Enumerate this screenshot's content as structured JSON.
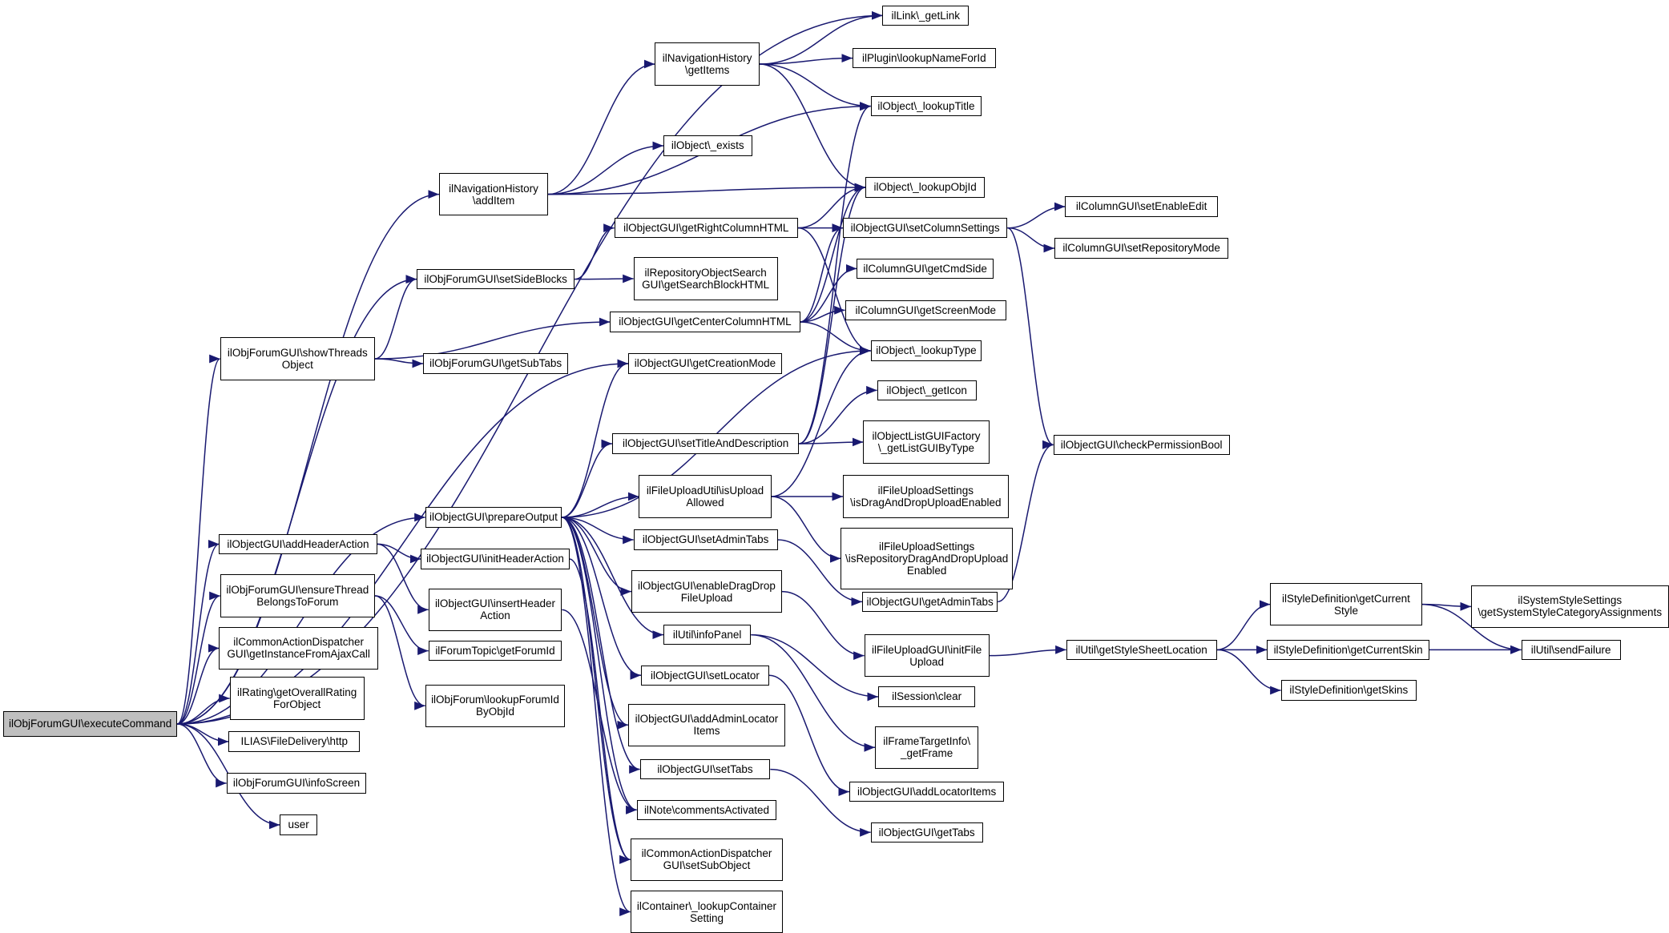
{
  "title": "",
  "colors": {
    "edge": "#191970",
    "node_border": "#000000",
    "node_fill": "#ffffff",
    "root_fill": "#bfbfbf"
  },
  "nodes": [
    {
      "id": "exec",
      "lines": [
        "ilObjForumGUI\\executeCommand"
      ],
      "root": true
    },
    {
      "id": "navAdd",
      "lines": [
        "ilNavigationHistory",
        "\\addItem"
      ]
    },
    {
      "id": "navGet",
      "lines": [
        "ilNavigationHistory",
        "\\getItems"
      ]
    },
    {
      "id": "link",
      "lines": [
        "ilLink\\_getLink"
      ]
    },
    {
      "id": "plugin",
      "lines": [
        "ilPlugin\\lookupNameForId"
      ]
    },
    {
      "id": "lookupTitle",
      "lines": [
        "ilObject\\_lookupTitle"
      ]
    },
    {
      "id": "exists",
      "lines": [
        "ilObject\\_exists"
      ]
    },
    {
      "id": "lookupObjId",
      "lines": [
        "ilObject\\_lookupObjId"
      ]
    },
    {
      "id": "setSide",
      "lines": [
        "ilObjForumGUI\\setSideBlocks"
      ]
    },
    {
      "id": "getRight",
      "lines": [
        "ilObjectGUI\\getRightColumnHTML"
      ]
    },
    {
      "id": "repoSearch",
      "lines": [
        "ilRepositoryObjectSearch",
        "GUI\\getSearchBlockHTML"
      ]
    },
    {
      "id": "setColSet",
      "lines": [
        "ilObjectGUI\\setColumnSettings"
      ]
    },
    {
      "id": "enableEdit",
      "lines": [
        "ilColumnGUI\\setEnableEdit"
      ]
    },
    {
      "id": "repoMode",
      "lines": [
        "ilColumnGUI\\setRepositoryMode"
      ]
    },
    {
      "id": "cmdSide",
      "lines": [
        "ilColumnGUI\\getCmdSide"
      ]
    },
    {
      "id": "getCenter",
      "lines": [
        "ilObjectGUI\\getCenterColumnHTML"
      ]
    },
    {
      "id": "screenMode",
      "lines": [
        "ilColumnGUI\\getScreenMode"
      ]
    },
    {
      "id": "showThreads",
      "lines": [
        "ilObjForumGUI\\showThreads",
        "Object"
      ]
    },
    {
      "id": "subTabs",
      "lines": [
        "ilObjForumGUI\\getSubTabs"
      ]
    },
    {
      "id": "lookupType",
      "lines": [
        "ilObject\\_lookupType"
      ]
    },
    {
      "id": "creationMode",
      "lines": [
        "ilObjectGUI\\getCreationMode"
      ]
    },
    {
      "id": "getIcon",
      "lines": [
        "ilObject\\_getIcon"
      ]
    },
    {
      "id": "setTitleDesc",
      "lines": [
        "ilObjectGUI\\setTitleAndDescription"
      ]
    },
    {
      "id": "listFactory",
      "lines": [
        "ilObjectListGUIFactory",
        "\\_getListGUIByType"
      ]
    },
    {
      "id": "checkPerm",
      "lines": [
        "ilObjectGUI\\checkPermissionBool"
      ]
    },
    {
      "id": "isUpload",
      "lines": [
        "ilFileUploadUtil\\isUpload",
        "Allowed"
      ]
    },
    {
      "id": "dragDrop",
      "lines": [
        "ilFileUploadSettings",
        "\\isDragAndDropUploadEnabled"
      ]
    },
    {
      "id": "prepare",
      "lines": [
        "ilObjectGUI\\prepareOutput"
      ]
    },
    {
      "id": "repoDrag",
      "lines": [
        "ilFileUploadSettings",
        "\\isRepositoryDragAndDropUpload",
        "Enabled"
      ]
    },
    {
      "id": "addHeader",
      "lines": [
        "ilObjectGUI\\addHeaderAction"
      ]
    },
    {
      "id": "initHeader",
      "lines": [
        "ilObjectGUI\\initHeaderAction"
      ]
    },
    {
      "id": "setAdminTabs",
      "lines": [
        "ilObjectGUI\\setAdminTabs"
      ]
    },
    {
      "id": "ensureThread",
      "lines": [
        "ilObjForumGUI\\ensureThread",
        "BelongsToForum"
      ]
    },
    {
      "id": "enableDrag",
      "lines": [
        "ilObjectGUI\\enableDragDrop",
        "FileUpload"
      ]
    },
    {
      "id": "getAdminTabs",
      "lines": [
        "ilObjectGUI\\getAdminTabs"
      ]
    },
    {
      "id": "styleCurrent",
      "lines": [
        "ilStyleDefinition\\getCurrent",
        "Style"
      ]
    },
    {
      "id": "sysStyle",
      "lines": [
        "ilSystemStyleSettings",
        "\\getSystemStyleCategoryAssignments"
      ]
    },
    {
      "id": "insertHeader",
      "lines": [
        "ilObjectGUI\\insertHeader",
        "Action"
      ]
    },
    {
      "id": "commonAction",
      "lines": [
        "ilCommonActionDispatcher",
        "GUI\\getInstanceFromAjaxCall"
      ]
    },
    {
      "id": "forumTopic",
      "lines": [
        "ilForumTopic\\getForumId"
      ]
    },
    {
      "id": "infoPanel",
      "lines": [
        "ilUtil\\infoPanel"
      ]
    },
    {
      "id": "initFile",
      "lines": [
        "ilFileUploadGUI\\initFile",
        "Upload"
      ]
    },
    {
      "id": "styleSheet",
      "lines": [
        "ilUtil\\getStyleSheetLocation"
      ]
    },
    {
      "id": "currentSkin",
      "lines": [
        "ilStyleDefinition\\getCurrentSkin"
      ]
    },
    {
      "id": "sendFailure",
      "lines": [
        "ilUtil\\sendFailure"
      ]
    },
    {
      "id": "setLocator",
      "lines": [
        "ilObjectGUI\\setLocator"
      ]
    },
    {
      "id": "rating",
      "lines": [
        "ilRating\\getOverallRating",
        "ForObject"
      ]
    },
    {
      "id": "lookupForum",
      "lines": [
        "ilObjForum\\lookupForumId",
        "ByObjId"
      ]
    },
    {
      "id": "session",
      "lines": [
        "ilSession\\clear"
      ]
    },
    {
      "id": "getSkins",
      "lines": [
        "ilStyleDefinition\\getSkins"
      ]
    },
    {
      "id": "addAdminLoc",
      "lines": [
        "ilObjectGUI\\addAdminLocator",
        "Items"
      ]
    },
    {
      "id": "frameTarget",
      "lines": [
        "ilFrameTargetInfo\\",
        "_getFrame"
      ]
    },
    {
      "id": "fileDelivery",
      "lines": [
        "ILIAS\\FileDelivery\\http"
      ]
    },
    {
      "id": "setTabs",
      "lines": [
        "ilObjectGUI\\setTabs"
      ]
    },
    {
      "id": "infoScreen",
      "lines": [
        "ilObjForumGUI\\infoScreen"
      ]
    },
    {
      "id": "addLocItems",
      "lines": [
        "ilObjectGUI\\addLocatorItems"
      ]
    },
    {
      "id": "noteComments",
      "lines": [
        "ilNote\\commentsActivated"
      ]
    },
    {
      "id": "user",
      "lines": [
        "user"
      ]
    },
    {
      "id": "getTabs",
      "lines": [
        "ilObjectGUI\\getTabs"
      ]
    },
    {
      "id": "setSubObj",
      "lines": [
        "ilCommonActionDispatcher",
        "GUI\\setSubObject"
      ]
    },
    {
      "id": "container",
      "lines": [
        "ilContainer\\_lookupContainer",
        "Setting"
      ]
    }
  ],
  "edges": [
    [
      "exec",
      "link"
    ],
    [
      "exec",
      "navAdd"
    ],
    [
      "exec",
      "setSide"
    ],
    [
      "exec",
      "showThreads"
    ],
    [
      "exec",
      "creationMode"
    ],
    [
      "exec",
      "prepare"
    ],
    [
      "exec",
      "addHeader"
    ],
    [
      "exec",
      "ensureThread"
    ],
    [
      "exec",
      "commonAction"
    ],
    [
      "exec",
      "rating"
    ],
    [
      "exec",
      "fileDelivery"
    ],
    [
      "exec",
      "infoScreen"
    ],
    [
      "exec",
      "user"
    ],
    [
      "navAdd",
      "navGet"
    ],
    [
      "navAdd",
      "lookupTitle"
    ],
    [
      "navAdd",
      "exists"
    ],
    [
      "navAdd",
      "lookupObjId"
    ],
    [
      "navGet",
      "link"
    ],
    [
      "navGet",
      "plugin"
    ],
    [
      "navGet",
      "lookupTitle"
    ],
    [
      "navGet",
      "lookupObjId"
    ],
    [
      "setSide",
      "getRight"
    ],
    [
      "setSide",
      "repoSearch"
    ],
    [
      "getRight",
      "lookupObjId"
    ],
    [
      "getRight",
      "setColSet"
    ],
    [
      "getRight",
      "lookupType"
    ],
    [
      "setColSet",
      "enableEdit"
    ],
    [
      "setColSet",
      "repoMode"
    ],
    [
      "setColSet",
      "checkPerm"
    ],
    [
      "getCenter",
      "lookupObjId"
    ],
    [
      "getCenter",
      "setColSet"
    ],
    [
      "getCenter",
      "cmdSide"
    ],
    [
      "getCenter",
      "screenMode"
    ],
    [
      "getCenter",
      "lookupType"
    ],
    [
      "showThreads",
      "setSide"
    ],
    [
      "showThreads",
      "getCenter"
    ],
    [
      "showThreads",
      "subTabs"
    ],
    [
      "prepare",
      "creationMode"
    ],
    [
      "prepare",
      "lookupType"
    ],
    [
      "prepare",
      "setTitleDesc"
    ],
    [
      "prepare",
      "isUpload"
    ],
    [
      "prepare",
      "setAdminTabs"
    ],
    [
      "prepare",
      "enableDrag"
    ],
    [
      "prepare",
      "infoPanel"
    ],
    [
      "prepare",
      "setLocator"
    ],
    [
      "prepare",
      "addAdminLoc"
    ],
    [
      "prepare",
      "setTabs"
    ],
    [
      "prepare",
      "noteComments"
    ],
    [
      "prepare",
      "setSubObj"
    ],
    [
      "prepare",
      "container"
    ],
    [
      "setTitleDesc",
      "lookupTitle"
    ],
    [
      "setTitleDesc",
      "lookupObjId"
    ],
    [
      "setTitleDesc",
      "getIcon"
    ],
    [
      "setTitleDesc",
      "listFactory"
    ],
    [
      "isUpload",
      "lookupType"
    ],
    [
      "isUpload",
      "dragDrop"
    ],
    [
      "isUpload",
      "repoDrag"
    ],
    [
      "setAdminTabs",
      "getAdminTabs"
    ],
    [
      "getAdminTabs",
      "checkPerm"
    ],
    [
      "enableDrag",
      "initFile"
    ],
    [
      "initFile",
      "styleSheet"
    ],
    [
      "styleSheet",
      "styleCurrent"
    ],
    [
      "styleSheet",
      "currentSkin"
    ],
    [
      "styleSheet",
      "getSkins"
    ],
    [
      "styleCurrent",
      "sysStyle"
    ],
    [
      "styleCurrent",
      "sendFailure"
    ],
    [
      "currentSkin",
      "sendFailure"
    ],
    [
      "addHeader",
      "initHeader"
    ],
    [
      "addHeader",
      "insertHeader"
    ],
    [
      "initHeader",
      "setSubObj"
    ],
    [
      "insertHeader",
      "noteComments"
    ],
    [
      "ensureThread",
      "forumTopic"
    ],
    [
      "ensureThread",
      "lookupForum"
    ],
    [
      "infoPanel",
      "session"
    ],
    [
      "infoPanel",
      "frameTarget"
    ],
    [
      "setLocator",
      "addLocItems"
    ],
    [
      "setTabs",
      "getTabs"
    ]
  ]
}
